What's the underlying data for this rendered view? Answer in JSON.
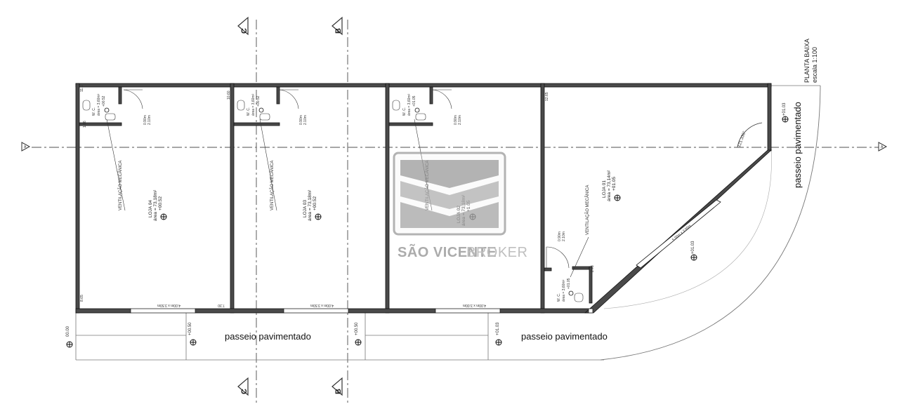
{
  "plan": {
    "title": "PLANTA BAIXA",
    "scale": "escala 1:100",
    "section_markers": {
      "a_left": "A",
      "a_right": "A",
      "b_top": "B",
      "b_bottom": "B",
      "c_top": "C",
      "c_bottom": "C"
    },
    "sidewalk_label": "passeio pavimentado",
    "sidewalk_label_right": "passeio pavimentado",
    "stores": [
      {
        "name": "LOJA 04",
        "area": "área = 73,18m²",
        "level": "+00.52",
        "vent": "VENTILAÇÃO MECÂNICA",
        "wc_name": "W. C.",
        "wc_area": "área = 3,60m²",
        "wc_level": "+00.52",
        "door": "0.90m",
        "door_h": "2.10m",
        "window": "4.00m x 3.50m"
      },
      {
        "name": "LOJA 03",
        "area": "área = 73,18m²",
        "level": "+00.52",
        "vent": "VENTILAÇÃO MECÂNICA",
        "wc_name": "W. C.",
        "wc_area": "área = 3,60m²",
        "wc_level": "+00.52",
        "door": "0.90m",
        "door_h": "2.10m",
        "window": "4.00m x 3.50m"
      },
      {
        "name": "LOJA 02",
        "area": "área = 73,18m²",
        "level": "+1.05",
        "vent": "VENTILAÇÃO MECÂNICA",
        "wc_name": "W. C.",
        "wc_area": "área = 3,60m²",
        "wc_level": "+01.05",
        "door": "0.90m",
        "door_h": "2.10m",
        "window": "4.00m x 3.00m"
      },
      {
        "name": "LOJA 01",
        "area": "área = 73,14m²",
        "level": "+01.05",
        "vent": "VENTILAÇÃO MECÂNICA",
        "wc_name": "W. C.",
        "wc_area": "área = 3,60m²",
        "wc_level": "+01.05",
        "door": "0.90m",
        "door_h": "2.10m",
        "window": "5.00m x 3.00m"
      }
    ],
    "levels": {
      "l1": "00.00",
      "l2": "+00.50",
      "l3": "+00.50",
      "l4": "+01.03",
      "l5": "+01.03",
      "l6": "+01.03"
    },
    "angle": "121.336°",
    "dims": {
      "d1": "11.5",
      "d2": "10.60",
      "d3": "1.86",
      "d4": "8.65",
      "d5": "7.30",
      "d6": "2.73",
      "d7": "12.65"
    }
  },
  "watermark": {
    "text_bold": "SÃO VICENTE",
    "text_light": "BROKER"
  },
  "colors": {
    "wall": "#4a4a4a",
    "wall_edge": "#111111",
    "axis": "#8a8a8a",
    "watermark": "#9a9a9a"
  }
}
